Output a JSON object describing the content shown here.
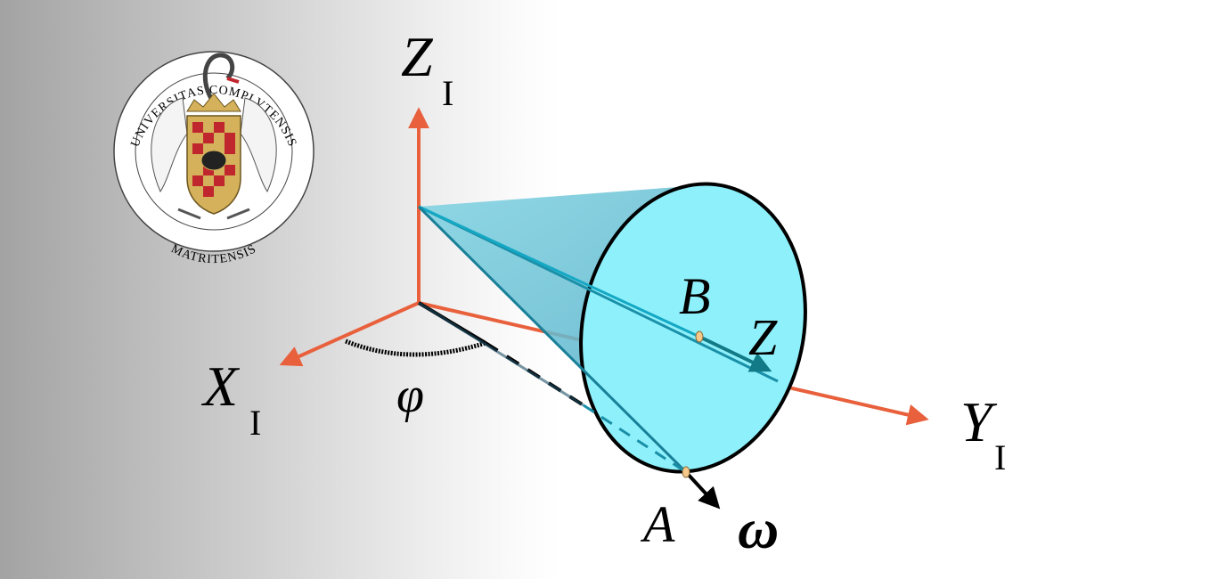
{
  "colors": {
    "axis": "#e8603c",
    "cone_fill": "#7fd9e8",
    "ellipse_fill": "#8ef0fa",
    "cone_line": "#1a8fa8",
    "z_arrow": "#117a86"
  },
  "seal": {
    "top_text": "UNIVERSITAS COMPLVTENSIS",
    "bottom_text": "MATRITENSIS"
  },
  "labels": {
    "z_axis": {
      "main": "Z",
      "sub": "I"
    },
    "x_axis": {
      "main": "X",
      "sub": "I"
    },
    "y_axis": {
      "main": "Y",
      "sub": "I"
    },
    "angle": "φ",
    "point_b": "B",
    "body_z": "Z",
    "point_a": "A",
    "omega": "ω"
  }
}
